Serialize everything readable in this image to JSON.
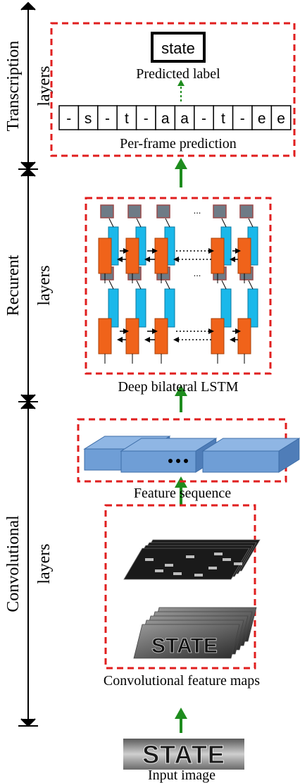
{
  "colors": {
    "dashed_box": "#e01e1e",
    "arrow": "#1e8c1e",
    "feature_block": "#6f9ed6",
    "feature_block_dark": "#4f7db8",
    "lstm_fwd": "#f0631a",
    "lstm_bwd": "#1ab8ea",
    "lstm_out": "#6e7b86"
  },
  "side_labels": {
    "transcription": [
      "Transcription",
      "layers"
    ],
    "recurrent": [
      "Recurent",
      "layers"
    ],
    "convolutional": [
      "Convolutional",
      "layers"
    ]
  },
  "transcription": {
    "predicted_word": "state",
    "predicted_label_caption": "Predicted label",
    "frames": [
      "-",
      "s",
      "-",
      "t",
      "-",
      "a",
      "a",
      "-",
      "t",
      "-",
      "e",
      "e"
    ],
    "per_frame_caption": "Per-frame prediction"
  },
  "recurrent": {
    "ellipsis": "...",
    "caption": "Deep bilateral LSTM"
  },
  "feature_sequence": {
    "ellipsis": "...",
    "caption": "Feature sequence"
  },
  "convolutional": {
    "map_text": "STATE",
    "caption": "Convolutional feature maps"
  },
  "input": {
    "image_text": "STATE",
    "caption": "Input image"
  }
}
